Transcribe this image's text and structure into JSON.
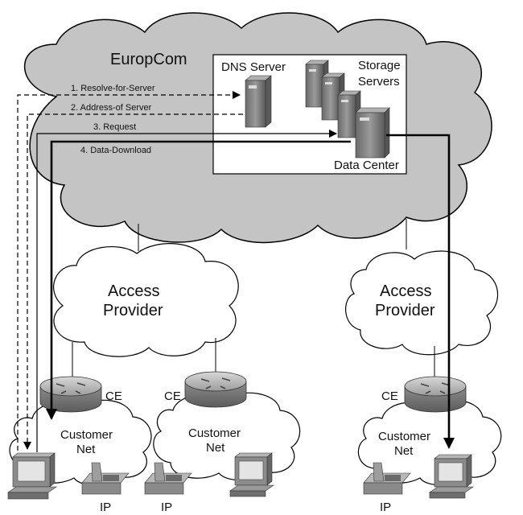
{
  "core": {
    "name": "EuropCom"
  },
  "data_center": {
    "label": "Data Center",
    "dns_label": "DNS Server",
    "storage_label_line1": "Storage",
    "storage_label_line2": "Servers"
  },
  "flows": [
    {
      "label": "1. Resolve-for-Server",
      "style": "dashed"
    },
    {
      "label": "2. Address-of Server",
      "style": "dashed"
    },
    {
      "label": "3. Request",
      "style": "solid"
    },
    {
      "label": "4. Data-Download",
      "style": "bold"
    }
  ],
  "access_providers": [
    {
      "line1": "Access",
      "line2": "Provider"
    },
    {
      "line1": "Access",
      "line2": "Provider"
    }
  ],
  "customer_sites": [
    {
      "line1": "Customer",
      "line2": "Net",
      "router_label": "CE",
      "phone_label": ""
    },
    {
      "line1": "Customer",
      "line2": "Net",
      "router_label": "CE",
      "phone_label": "IP"
    },
    {
      "line1": "Customer",
      "line2": "Net",
      "router_label": "CE",
      "phone_label": "IP"
    }
  ],
  "extra_phone_label": "IP"
}
